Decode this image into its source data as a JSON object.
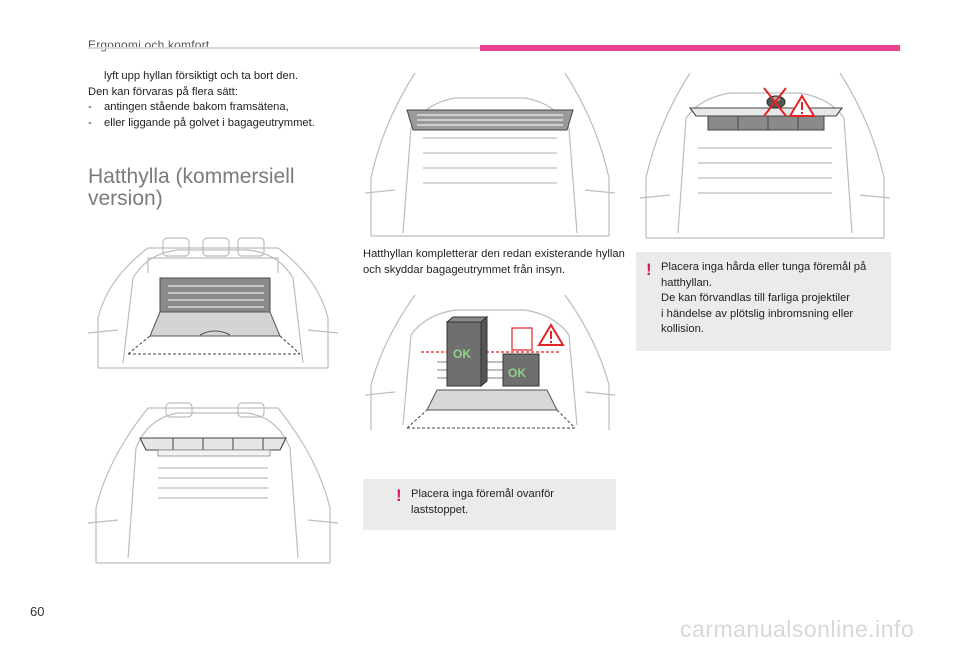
{
  "header": {
    "section": "Ergonomi och komfort"
  },
  "intro": {
    "bullet_symbol": "",
    "bullet_text": "lyft upp hyllan försiktigt och ta bort den.",
    "line2": "Den kan förvaras på flera sätt:",
    "items": [
      {
        "dash": "-",
        "text": "antingen stående bakom framsätena,"
      },
      {
        "dash": "-",
        "text": "eller liggande på golvet i bagageutrymmet."
      }
    ]
  },
  "section": {
    "title": "Hatthylla (kommersiell version)"
  },
  "caption": {
    "text": "Hatthyllan kompletterar den redan existerande hyllan och skyddar bagageutrymmet från insyn."
  },
  "warnings": [
    {
      "mark": "!",
      "text": "Placera inga föremål ovanför laststoppet."
    },
    {
      "mark": "!",
      "line1": "Placera inga hårda eller tunga föremål på",
      "line2": "hatthyllan.",
      "line3": "De kan förvandlas till farliga projektiler",
      "line4": "i händelse av plötslig inbromsning eller",
      "line5": "kollision."
    }
  ],
  "figures": {
    "ok_label_1": "OK",
    "ok_label_2": "OK"
  },
  "footer": {
    "page_number": "60",
    "watermark": "carmanualsonline.info"
  },
  "colors": {
    "accent_pink": "#e8438f",
    "warning_mark": "#e0136b",
    "warning_box": "#ebebeb",
    "ok_box": "#6f6f6f",
    "ok_green": "#8ed38a",
    "danger_red": "#e02525"
  }
}
